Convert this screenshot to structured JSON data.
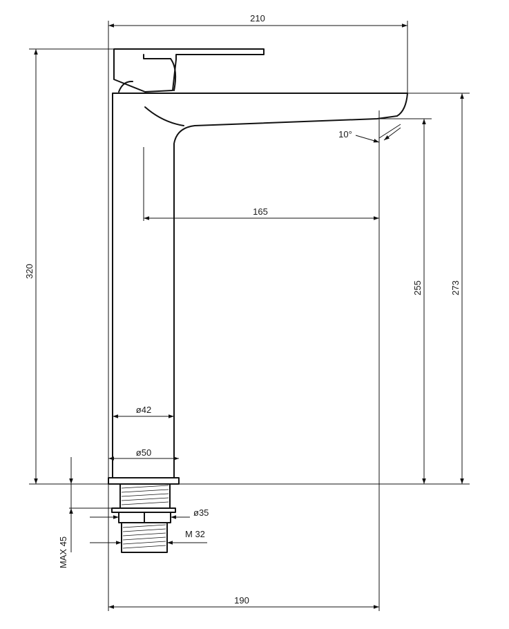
{
  "dimensions": {
    "total_width": "210",
    "total_height": "320",
    "spout_reach": "165",
    "spout_height": "255",
    "body_height": "273",
    "spout_angle": "10°",
    "body_diameter": "ø42",
    "base_diameter": "ø50",
    "nut_diameter": "ø35",
    "thread": "M 32",
    "max_counter_thickness": "MAX 45",
    "center_to_spout": "190"
  }
}
